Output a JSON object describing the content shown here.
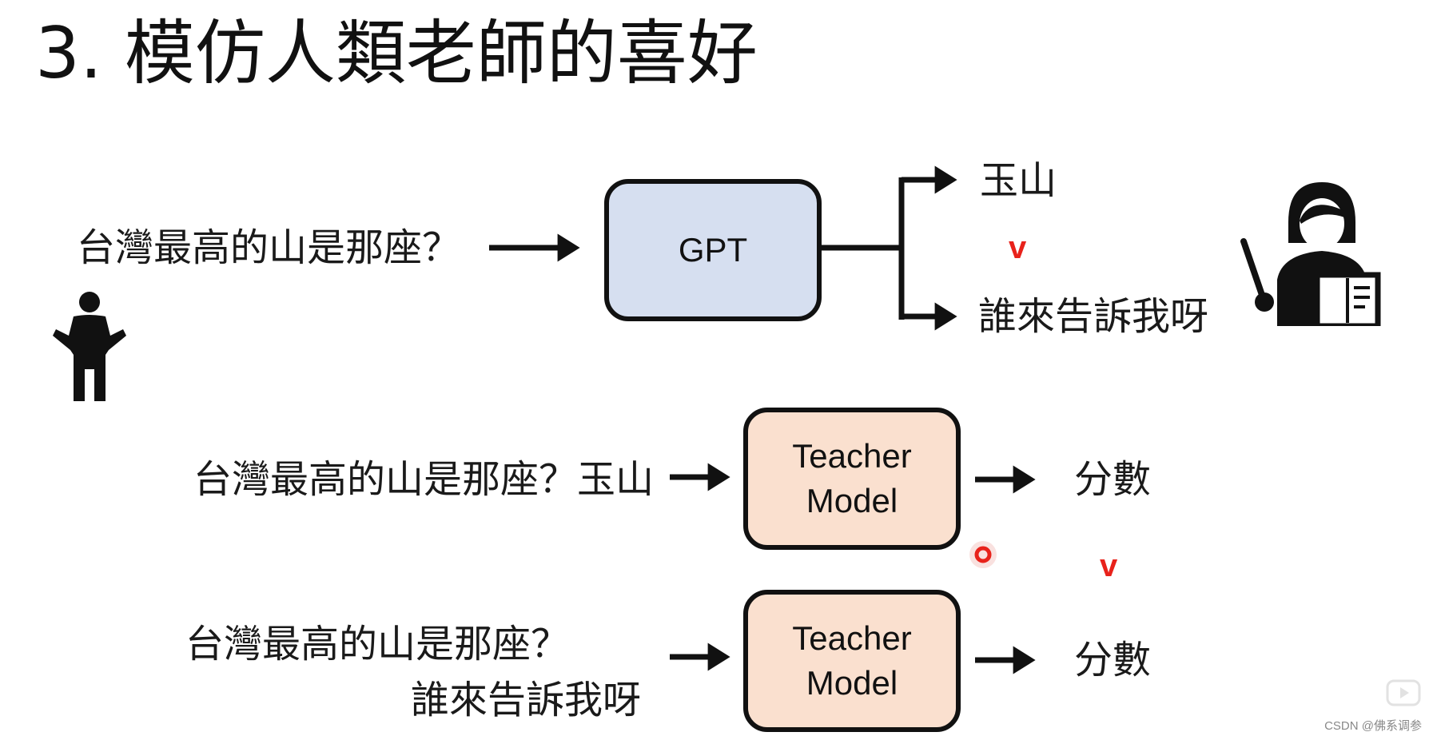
{
  "title": "3. 模仿人類老師的喜好",
  "top": {
    "question": "台灣最高的山是那座？",
    "model": "GPT",
    "answer_good": "玉山",
    "answer_bad": "誰來告訴我呀",
    "preference_mark": "v"
  },
  "middle": {
    "input": "台灣最高的山是那座？玉山",
    "model_line1": "Teacher",
    "model_line2": "Model",
    "output": "分數"
  },
  "compare_mark": "v",
  "bottom": {
    "input_line1": "台灣最高的山是那座？",
    "input_line2": "誰來告訴我呀",
    "model_line1": "Teacher",
    "model_line2": "Model",
    "output": "分數"
  },
  "watermark": "CSDN @佛系调参",
  "icons": [
    "person-shrug-icon",
    "teacher-with-book-icon",
    "cursor-dot-icon",
    "video-play-icon"
  ],
  "colors": {
    "gpt_box": "#d6dff0",
    "teacher_box": "#fae0cf",
    "mark": "#e8221b"
  }
}
